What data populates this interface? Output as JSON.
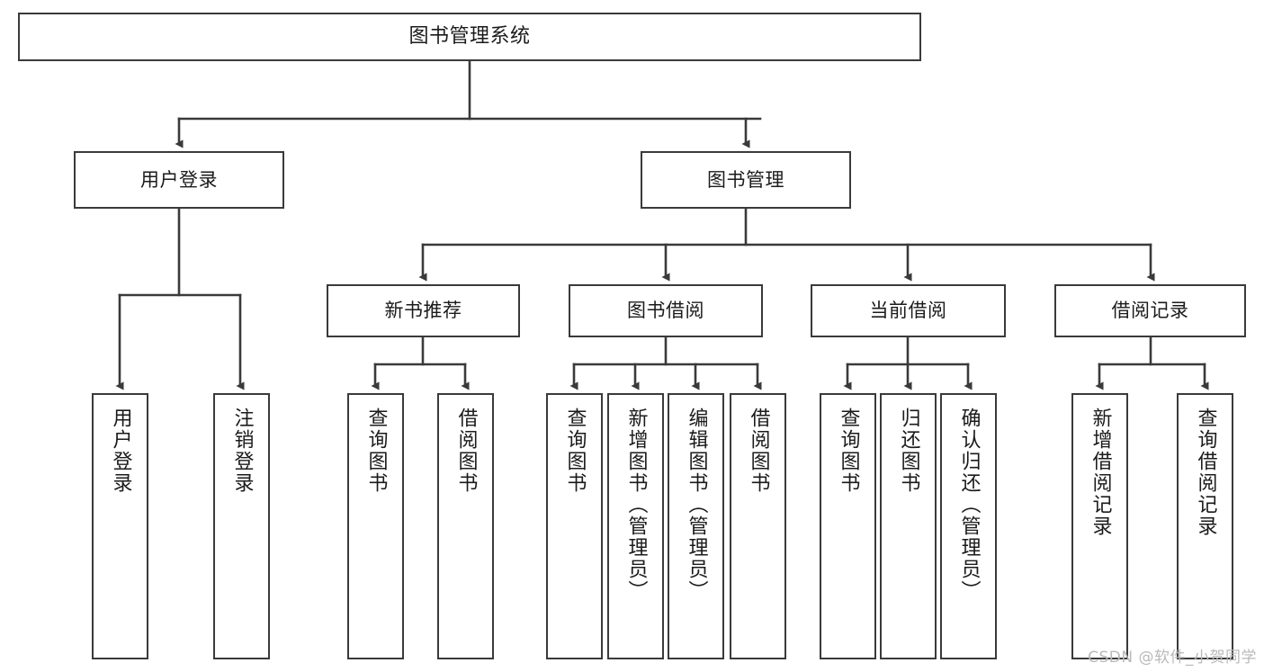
{
  "diagram": {
    "title": "图书管理系统",
    "type": "tree-hierarchy",
    "watermark": "CSDN @软件_小贺同学",
    "colors": {
      "background": "#ffffff",
      "node_fill": "#ffffff",
      "node_border": "#3a3a3a",
      "edge": "#3a3a3a",
      "text": "#1b1b1b",
      "watermark": "#b9b9b9"
    },
    "levels": [
      {
        "level": 1,
        "nodes": [
          {
            "id": "root",
            "label": "图书管理系统",
            "orientation": "horizontal"
          }
        ]
      },
      {
        "level": 2,
        "nodes": [
          {
            "id": "user-login",
            "label": "用户登录",
            "orientation": "horizontal",
            "parent": "root"
          },
          {
            "id": "book-manage",
            "label": "图书管理",
            "orientation": "horizontal",
            "parent": "root"
          }
        ]
      },
      {
        "level": 3,
        "nodes": [
          {
            "id": "new-book-rec",
            "label": "新书推荐",
            "orientation": "horizontal",
            "parent": "book-manage"
          },
          {
            "id": "book-borrow",
            "label": "图书借阅",
            "orientation": "horizontal",
            "parent": "book-manage"
          },
          {
            "id": "current-borrow",
            "label": "当前借阅",
            "orientation": "horizontal",
            "parent": "book-manage"
          },
          {
            "id": "borrow-record",
            "label": "借阅记录",
            "orientation": "horizontal",
            "parent": "book-manage"
          }
        ]
      },
      {
        "level": 4,
        "nodes": [
          {
            "id": "leaf-user-login",
            "label": "用户登录",
            "orientation": "vertical",
            "parent": "user-login"
          },
          {
            "id": "leaf-logout",
            "label": "注销登录",
            "orientation": "vertical",
            "parent": "user-login"
          },
          {
            "id": "leaf-query-book-1",
            "label": "查询图书",
            "orientation": "vertical",
            "parent": "new-book-rec"
          },
          {
            "id": "leaf-borrow-book-1",
            "label": "借阅图书",
            "orientation": "vertical",
            "parent": "new-book-rec"
          },
          {
            "id": "leaf-query-book-2",
            "label": "查询图书",
            "orientation": "vertical",
            "parent": "book-borrow"
          },
          {
            "id": "leaf-add-book",
            "label": "新增图书（管理员）",
            "orientation": "vertical",
            "parent": "book-borrow"
          },
          {
            "id": "leaf-edit-book",
            "label": "编辑图书（管理员）",
            "orientation": "vertical",
            "parent": "book-borrow"
          },
          {
            "id": "leaf-borrow-book-2",
            "label": "借阅图书",
            "orientation": "vertical",
            "parent": "book-borrow"
          },
          {
            "id": "leaf-query-book-3",
            "label": "查询图书",
            "orientation": "vertical",
            "parent": "current-borrow"
          },
          {
            "id": "leaf-return-book",
            "label": "归还图书",
            "orientation": "vertical",
            "parent": "current-borrow"
          },
          {
            "id": "leaf-confirm-return",
            "label": "确认归还（管理员）",
            "orientation": "vertical",
            "parent": "current-borrow"
          },
          {
            "id": "leaf-add-record",
            "label": "新增借阅记录",
            "orientation": "vertical",
            "parent": "borrow-record"
          },
          {
            "id": "leaf-query-record",
            "label": "查询借阅记录",
            "orientation": "vertical",
            "parent": "borrow-record"
          }
        ]
      }
    ]
  }
}
